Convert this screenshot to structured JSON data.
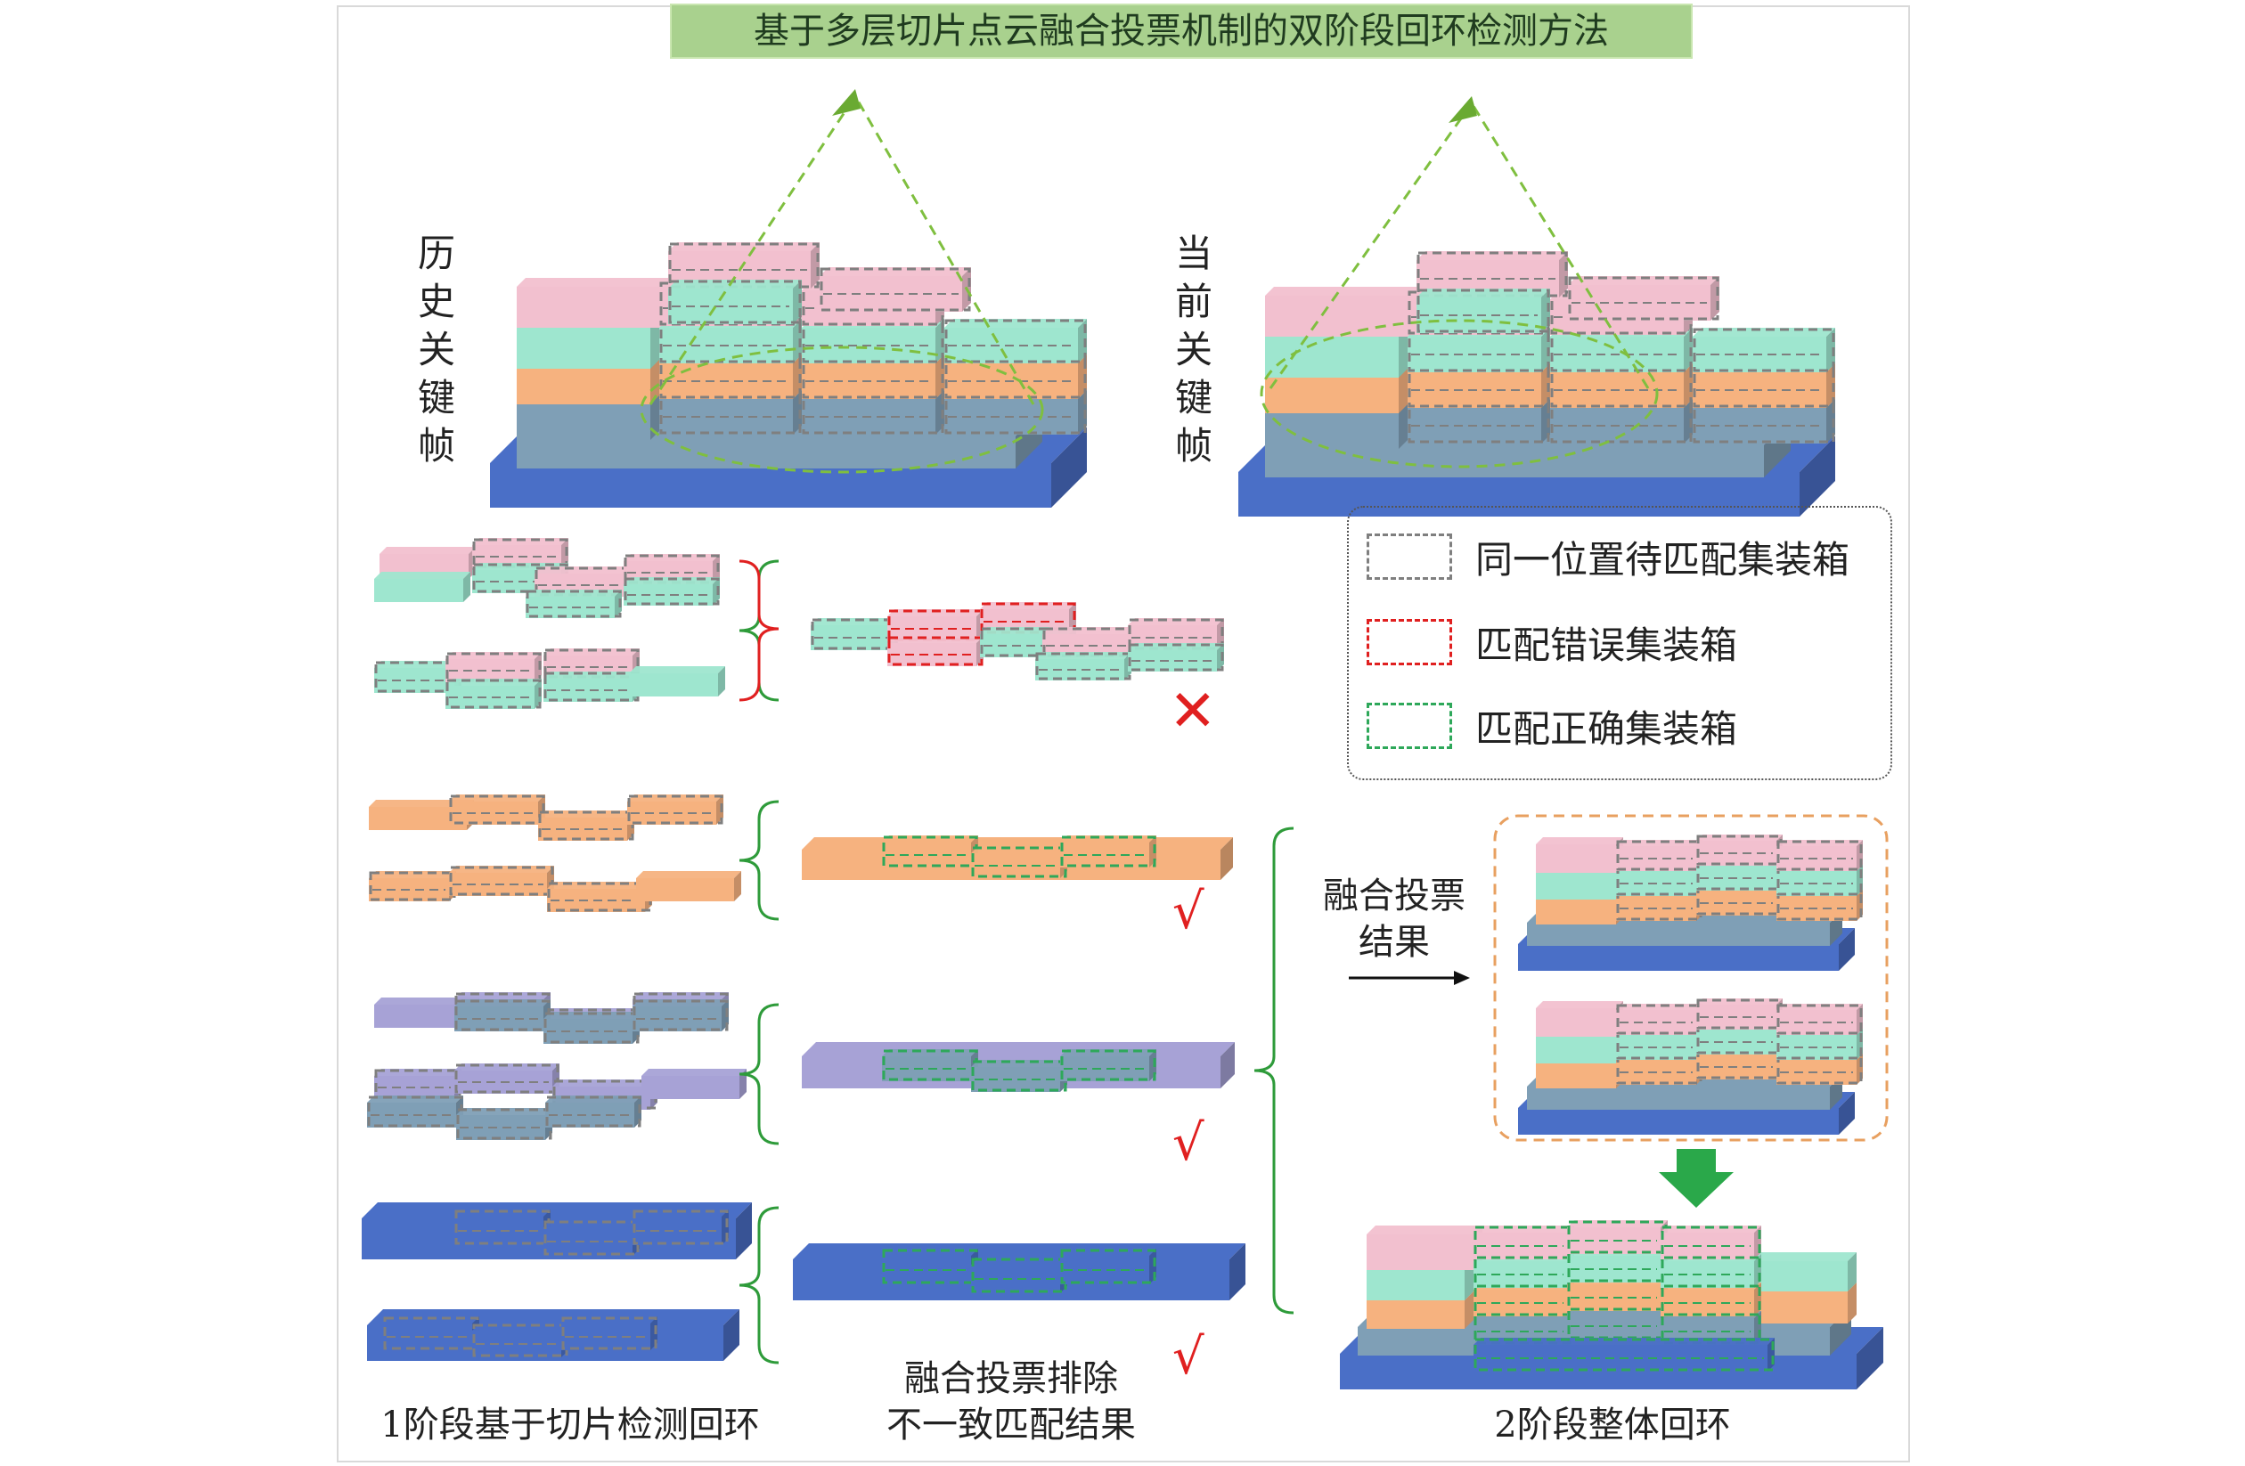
{
  "title": "基于多层切片点云融合投票机制的双阶段回环检测方法",
  "labels": {
    "history_frame": "历\n史\n关\n键\n帧",
    "current_frame": "当\n前\n关\n键\n帧",
    "fusion_vote_result": "融合投票\n结果",
    "stage1": "1阶段基于切片检测回环",
    "fusion_exclude": "融合投票排除\n不一致匹配结果",
    "stage2": "2阶段整体回环"
  },
  "legend": [
    {
      "text": "同一位置待匹配集装箱",
      "color": "#7f7f7f"
    },
    {
      "text": "匹配错误集装箱",
      "color": "#e02020"
    },
    {
      "text": "匹配正确集装箱",
      "color": "#2ea85a"
    }
  ],
  "marks": {
    "cross": "✕",
    "check": "√"
  },
  "colors": {
    "pink": "#f2c0cf",
    "teal": "#9ee6cf",
    "orange": "#f6b27f",
    "slate": "#7f9fb6",
    "lavender": "#a7a2d6",
    "blue": "#4a6fc7",
    "green_arrow": "#2aa84a",
    "orange_dash": "#e8a060"
  }
}
